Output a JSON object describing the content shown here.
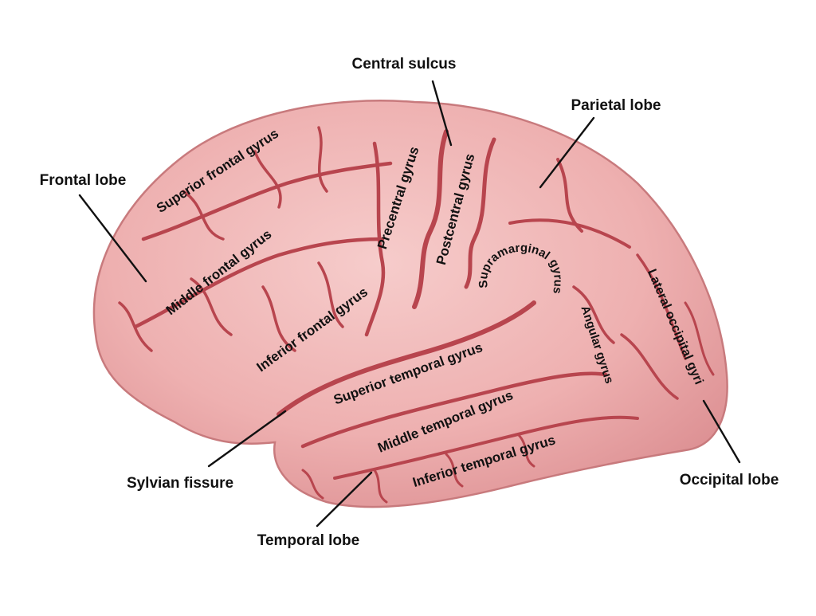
{
  "colors": {
    "brain_fill": "#e7a1a2",
    "brain_light": "#f4c3c3",
    "sulcus": "#b8454e",
    "outline": "#c87a7d",
    "text": "#111111"
  },
  "callouts": {
    "central_sulcus": "Central sulcus",
    "parietal_lobe": "Parietal lobe",
    "frontal_lobe": "Frontal lobe",
    "sylvian_fissure": "Sylvian fissure",
    "temporal_lobe": "Temporal lobe",
    "occipital_lobe": "Occipital lobe"
  },
  "gyri": {
    "superior_frontal": "Superior frontal gyrus",
    "middle_frontal": "Middle frontal gyrus",
    "inferior_frontal": "Inferior frontal gyrus",
    "precentral": "Precentral gyrus",
    "postcentral": "Postcentral gyrus",
    "supramarginal": "Supramarginal gyrus",
    "angular": "Angular gyrus",
    "lateral_occipital": "Lateral occipital gyri",
    "superior_temporal": "Superior temporal gyrus",
    "middle_temporal": "Middle temporal gyrus",
    "inferior_temporal": "Inferior temporal gyrus"
  }
}
